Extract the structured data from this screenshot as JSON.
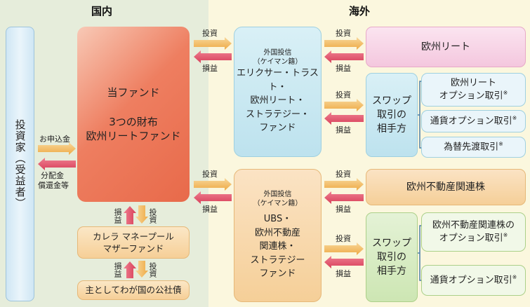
{
  "regions": {
    "domestic": "国内",
    "overseas": "海外"
  },
  "investor": {
    "label": "投資家（受益者）"
  },
  "fund": {
    "line1": "当ファンド",
    "line2": "3つの財布",
    "line3": "欧州リートファンド"
  },
  "mother_fund": {
    "line1": "カレラ マネープール",
    "line2": "マザーファンド"
  },
  "bonds": {
    "label": "主としてわが国の公社債"
  },
  "cayman_1": {
    "note_1": "外国投信",
    "note_2": "（ケイマン籍）",
    "line1": "エリクサー・トラスト・",
    "line2": "欧州リート・",
    "line3": "ストラテジー・",
    "line4": "ファンド"
  },
  "cayman_2": {
    "note_1": "外国投信",
    "note_2": "（ケイマン籍）",
    "line1": "UBS・",
    "line2": "欧州不動産",
    "line3": "関連株・",
    "line4": "ストラテジー",
    "line5": "ファンド"
  },
  "reit": {
    "label": "欧州リート"
  },
  "swap_1": {
    "line1": "スワップ",
    "line2": "取引の",
    "line3": "相手方"
  },
  "swap_1_items": [
    {
      "line1": "欧州リート",
      "line2": "オプション取引",
      "mark": "※"
    },
    {
      "line1": "通貨オプション取引",
      "mark": "※"
    },
    {
      "line1": "為替先渡取引",
      "mark": "※"
    }
  ],
  "real_estate": {
    "label": "欧州不動産関連株"
  },
  "swap_2": {
    "line1": "スワップ",
    "line2": "取引の",
    "line3": "相手方"
  },
  "swap_2_items": [
    {
      "line1": "欧州不動産関連株の",
      "line2": "オプション取引",
      "mark": "※"
    },
    {
      "line1": "通貨オプション取引",
      "mark": "※"
    }
  ],
  "flows": {
    "subscription": "お申込金",
    "distribution_1": "分配金",
    "distribution_2": "償還金等",
    "invest": "投資",
    "profit": "損益"
  },
  "colors": {
    "invest_arrow": "#f3c06a",
    "profit_arrow": "#e0506a"
  }
}
